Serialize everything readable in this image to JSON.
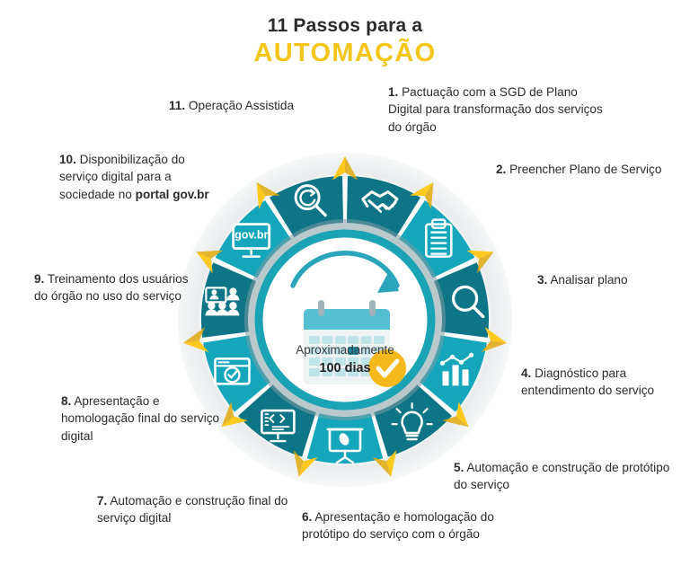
{
  "header": {
    "title_line1": "11 Passos para a",
    "title_line2": "AUTOMAÇÃO",
    "accent_color": "#f5c518"
  },
  "center": {
    "label_top": "Aproximadamente",
    "label_days": "100 dias",
    "icon": "calendar-check-icon",
    "arrow_icon": "curved-arrow-icon"
  },
  "wheel": {
    "colors": {
      "segment_dark": "#0d7585",
      "segment_light": "#15a6bb",
      "inner_ring": "#7f9ba3",
      "marker_yellow": "#ffc91d",
      "marker_yellow_dark": "#e0a90c",
      "divider": "#d9dcdd",
      "halo": "#f1f2f2",
      "center_fill": "#ffffff",
      "accent_ring": "#1aa3b5"
    },
    "segment_count": 11,
    "segments": [
      {
        "step": 1,
        "icon": "handshake-icon",
        "tone": "dark"
      },
      {
        "step": 2,
        "icon": "clipboard-icon",
        "tone": "light"
      },
      {
        "step": 3,
        "icon": "magnifier-icon",
        "tone": "dark"
      },
      {
        "step": 4,
        "icon": "bar-chart-icon",
        "tone": "light"
      },
      {
        "step": 5,
        "icon": "lightbulb-icon",
        "tone": "dark"
      },
      {
        "step": 6,
        "icon": "presentation-screen-icon",
        "tone": "light"
      },
      {
        "step": 7,
        "icon": "code-monitor-icon",
        "tone": "dark"
      },
      {
        "step": 8,
        "icon": "browser-check-icon",
        "tone": "light"
      },
      {
        "step": 9,
        "icon": "training-people-icon",
        "tone": "dark"
      },
      {
        "step": 10,
        "icon": "govbr-monitor-icon",
        "tone": "light"
      },
      {
        "step": 11,
        "icon": "magnifier-refresh-icon",
        "tone": "dark"
      }
    ]
  },
  "steps": [
    {
      "number": "1.",
      "text": " Pactuação com a SGD de Plano Digital para transformação dos serviços do órgão"
    },
    {
      "number": "2.",
      "text": " Preencher Plano de Serviço"
    },
    {
      "number": "3.",
      "text": " Analisar plano"
    },
    {
      "number": "4.",
      "text": " Diagnóstico para entendimento do serviço"
    },
    {
      "number": "5.",
      "text": " Automação e construção de protótipo do serviço"
    },
    {
      "number": "6.",
      "text": " Apresentação e homologação do protótipo do serviço com o órgão"
    },
    {
      "number": "7.",
      "text": " Automação e construção final do serviço digital"
    },
    {
      "number": "8.",
      "text": " Apresentação e homologação final do serviço digital"
    },
    {
      "number": "9.",
      "text": " Treinamento dos usuários do órgão no uso do serviço"
    },
    {
      "number": "10.",
      "text_before": " Disponibilização do serviço digital para a sociedade no ",
      "text_bold": "portal gov.br",
      "text_after": ""
    },
    {
      "number": "11.",
      "text": " Operação Assistida"
    }
  ]
}
